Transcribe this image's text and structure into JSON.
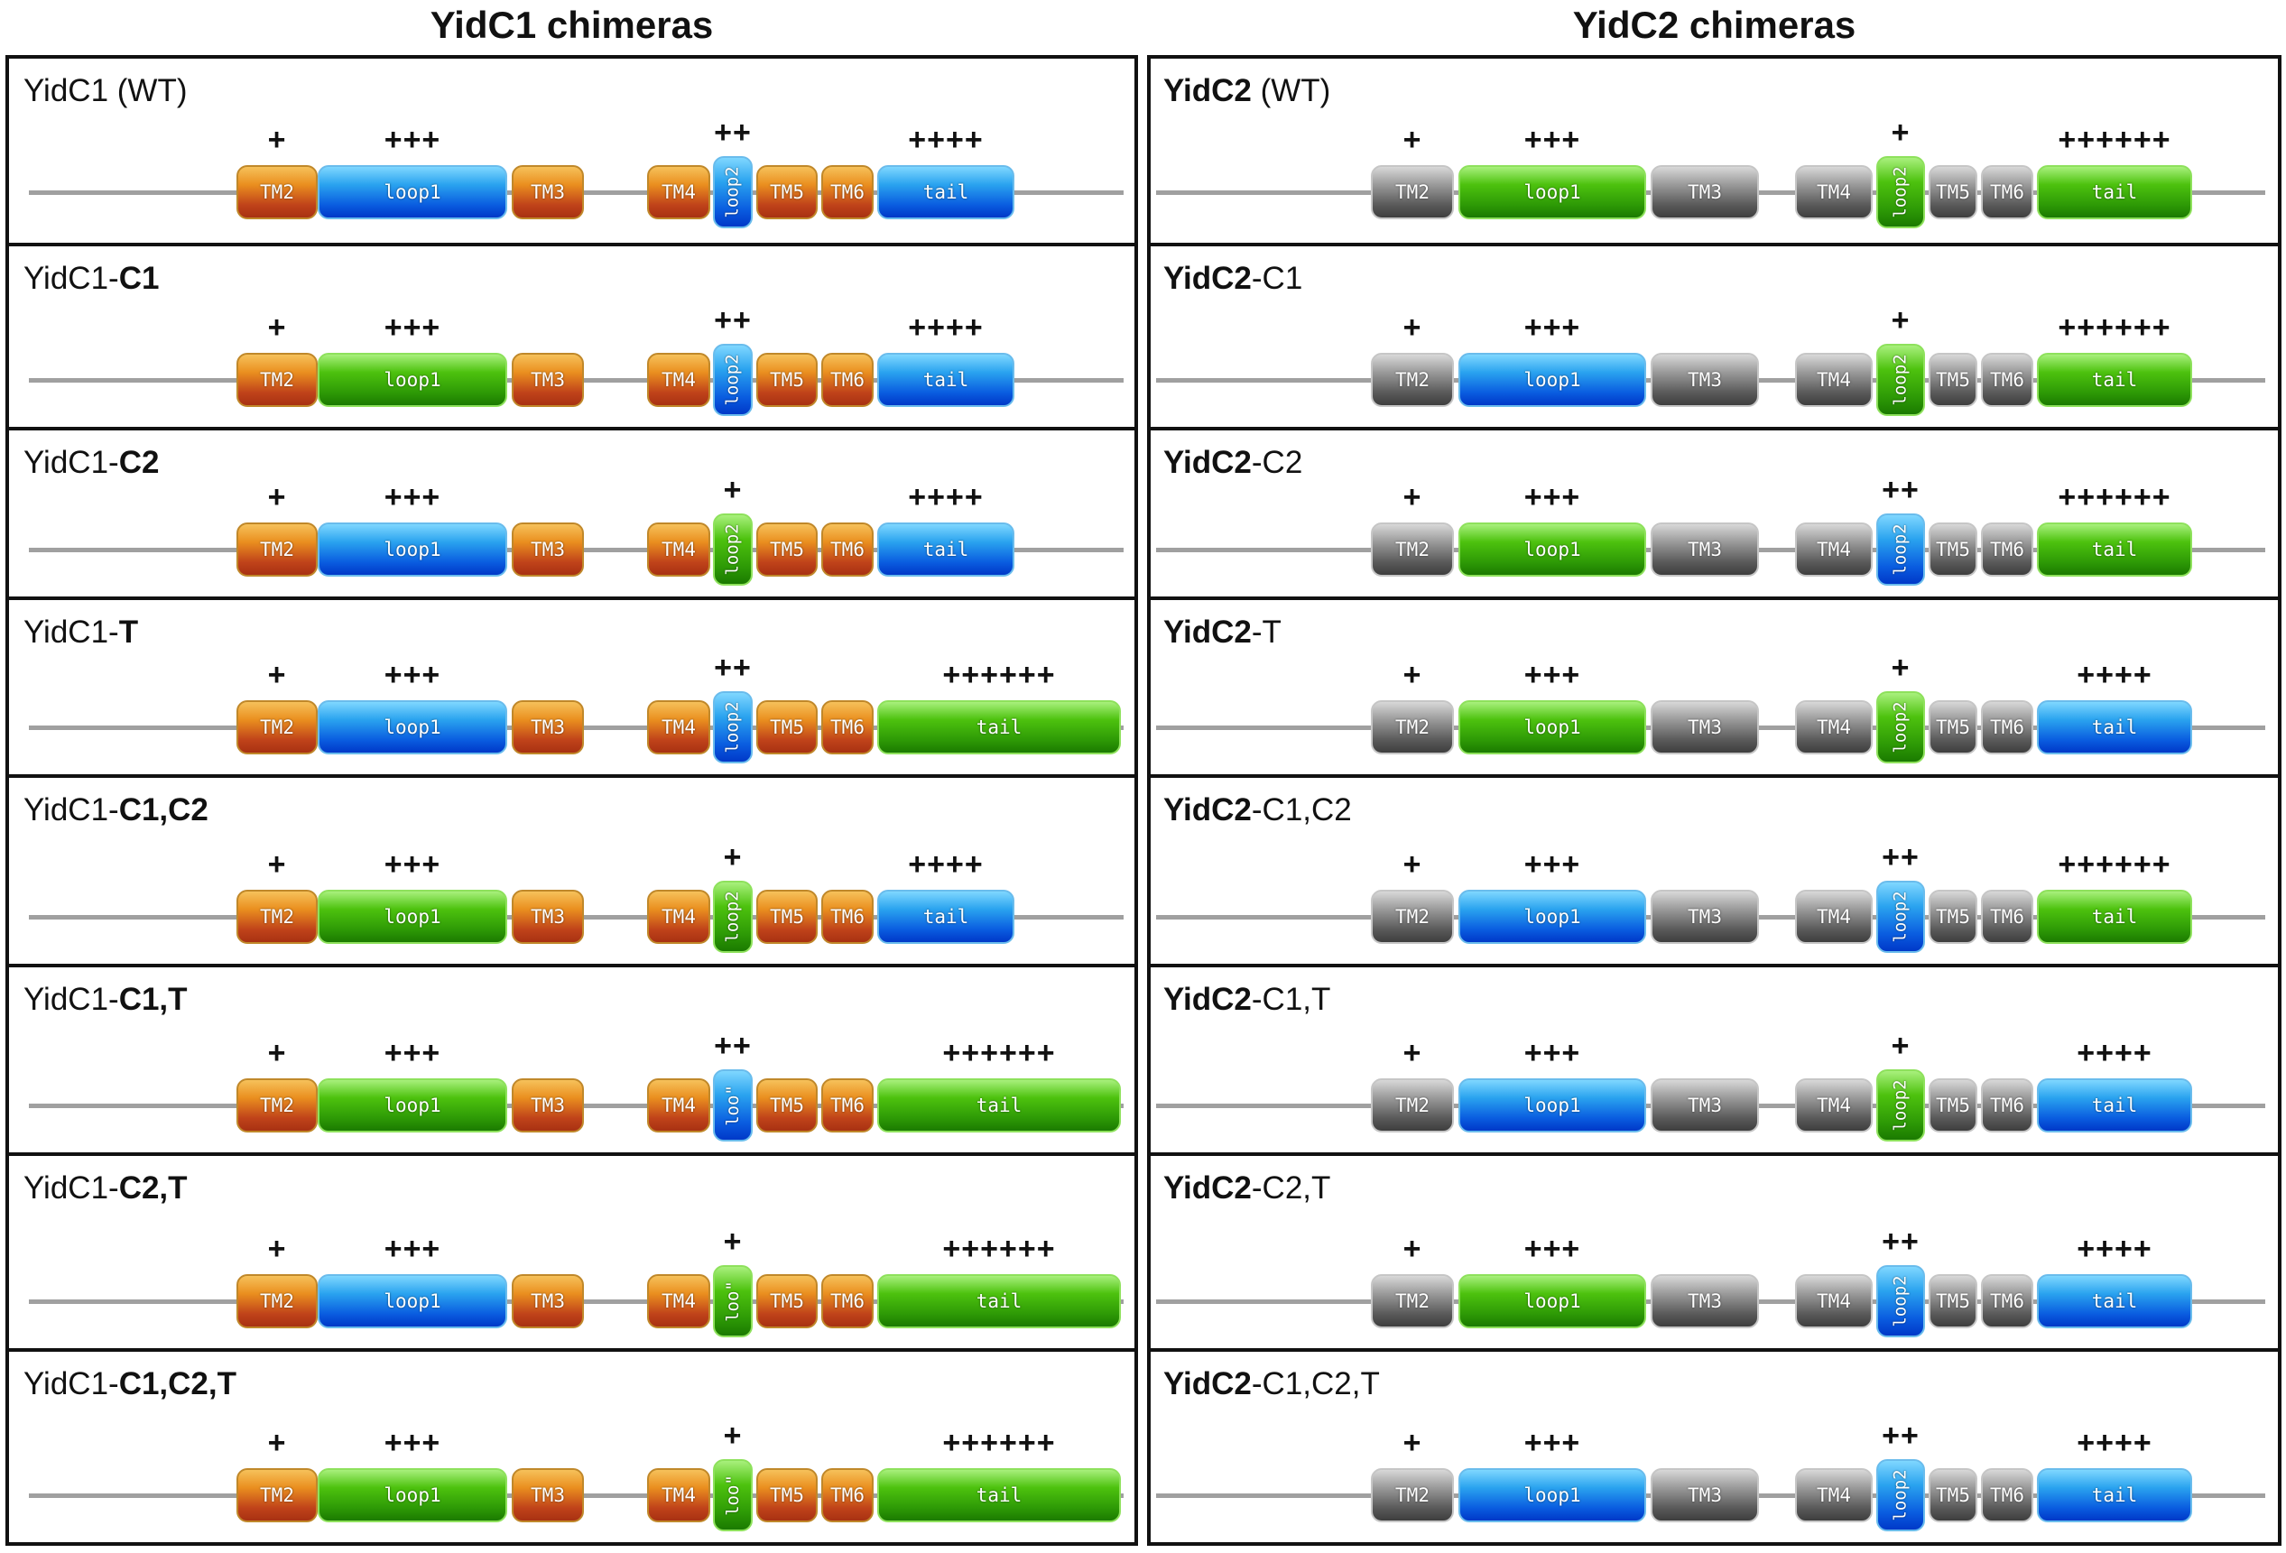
{
  "titles": {
    "left": "YidC1 chimeras",
    "right": "YidC2 chimeras"
  },
  "colors": {
    "orange": "#d9641a",
    "blue": "#1a6fe6",
    "green": "#3aa80a",
    "gray": "#7a7a7a"
  },
  "domain_labels": {
    "TM2": "TM2",
    "loop1": "loop1",
    "TM3": "TM3",
    "TM4": "TM4",
    "loop2": "loop2",
    "loop2_trunc": "loo\"",
    "TM5": "TM5",
    "TM6": "TM6",
    "tail": "tail"
  },
  "left_rows": [
    {
      "name": "YidC1 (WT)",
      "label": [
        [
          "n",
          "YidC1 (WT)"
        ]
      ],
      "tm": "orange",
      "loop1": "blue",
      "loop2": "blue",
      "tail": "blue",
      "loop2_text": "loop2",
      "charges": {
        "tm2": "+",
        "loop1": "+++",
        "loop2": "++",
        "tail": "++++"
      }
    },
    {
      "name": "YidC1-C1",
      "label": [
        [
          "n",
          "YidC1-"
        ],
        [
          "b",
          "C1"
        ]
      ],
      "tm": "orange",
      "loop1": "green",
      "loop2": "blue",
      "tail": "blue",
      "loop2_text": "loop2",
      "charges": {
        "tm2": "+",
        "loop1": "+++",
        "loop2": "++",
        "tail": "++++"
      }
    },
    {
      "name": "YidC1-C2",
      "label": [
        [
          "n",
          "YidC1-"
        ],
        [
          "b",
          "C2"
        ]
      ],
      "tm": "orange",
      "loop1": "blue",
      "loop2": "green",
      "tail": "blue",
      "loop2_text": "loop2",
      "charges": {
        "tm2": "+",
        "loop1": "+++",
        "loop2": "+",
        "tail": "++++"
      }
    },
    {
      "name": "YidC1-T",
      "label": [
        [
          "n",
          "YidC1-"
        ],
        [
          "b",
          "T"
        ]
      ],
      "tm": "orange",
      "loop1": "blue",
      "loop2": "blue",
      "tail": "green",
      "loop2_text": "loop2",
      "charges": {
        "tm2": "+",
        "loop1": "+++",
        "loop2": "++",
        "tail": "++++++"
      }
    },
    {
      "name": "YidC1-C1,C2",
      "label": [
        [
          "n",
          "YidC1-"
        ],
        [
          "b",
          "C1,C2"
        ]
      ],
      "tm": "orange",
      "loop1": "green",
      "loop2": "green",
      "tail": "blue",
      "loop2_text": "loop2",
      "charges": {
        "tm2": "+",
        "loop1": "+++",
        "loop2": "+",
        "tail": "++++"
      }
    },
    {
      "name": "YidC1-C1,T",
      "label": [
        [
          "n",
          "YidC1-"
        ],
        [
          "b",
          "C1,T"
        ]
      ],
      "tm": "orange",
      "loop1": "green",
      "loop2": "blue",
      "tail": "green",
      "loop2_text": "loo\"",
      "charges": {
        "tm2": "+",
        "loop1": "+++",
        "loop2": "++",
        "tail": "++++++"
      }
    },
    {
      "name": "YidC1-C2,T",
      "label": [
        [
          "n",
          "YidC1-"
        ],
        [
          "b",
          "C2,T"
        ]
      ],
      "tm": "orange",
      "loop1": "blue",
      "loop2": "green",
      "tail": "green",
      "loop2_text": "loo\"",
      "charges": {
        "tm2": "+",
        "loop1": "+++",
        "loop2": "+",
        "tail": "++++++"
      }
    },
    {
      "name": "YidC1-C1,C2,T",
      "label": [
        [
          "n",
          "YidC1-"
        ],
        [
          "b",
          "C1,C2,T"
        ]
      ],
      "tm": "orange",
      "loop1": "green",
      "loop2": "green",
      "tail": "green",
      "loop2_text": "loo\"",
      "charges": {
        "tm2": "+",
        "loop1": "+++",
        "loop2": "+",
        "tail": "++++++"
      }
    }
  ],
  "right_rows": [
    {
      "name": "YidC2 (WT)",
      "label": [
        [
          "b",
          "YidC2"
        ],
        [
          "n",
          " (WT)"
        ]
      ],
      "tm": "gray",
      "loop1": "green",
      "loop2": "green",
      "tail": "green",
      "loop2_text": "loop2",
      "charges": {
        "tm2": "+",
        "loop1": "+++",
        "loop2": "+",
        "tail": "++++++"
      }
    },
    {
      "name": "YidC2-C1",
      "label": [
        [
          "b",
          "YidC2"
        ],
        [
          "n",
          "-C1"
        ]
      ],
      "tm": "gray",
      "loop1": "blue",
      "loop2": "green",
      "tail": "green",
      "loop2_text": "loop2",
      "charges": {
        "tm2": "+",
        "loop1": "+++",
        "loop2": "+",
        "tail": "++++++"
      }
    },
    {
      "name": "YidC2-C2",
      "label": [
        [
          "b",
          "YidC2"
        ],
        [
          "n",
          "-C2"
        ]
      ],
      "tm": "gray",
      "loop1": "green",
      "loop2": "blue",
      "tail": "green",
      "loop2_text": "loop2",
      "charges": {
        "tm2": "+",
        "loop1": "+++",
        "loop2": "++",
        "tail": "++++++"
      }
    },
    {
      "name": "YidC2-T",
      "label": [
        [
          "b",
          "YidC2"
        ],
        [
          "n",
          "-T"
        ]
      ],
      "tm": "gray",
      "loop1": "green",
      "loop2": "green",
      "tail": "blue",
      "loop2_text": "loop2",
      "charges": {
        "tm2": "+",
        "loop1": "+++",
        "loop2": "+",
        "tail": "++++"
      }
    },
    {
      "name": "YidC2-C1,C2",
      "label": [
        [
          "b",
          "YidC2"
        ],
        [
          "n",
          "-C1,C2"
        ]
      ],
      "tm": "gray",
      "loop1": "blue",
      "loop2": "blue",
      "tail": "green",
      "loop2_text": "loop2",
      "charges": {
        "tm2": "+",
        "loop1": "+++",
        "loop2": "++",
        "tail": "++++++"
      }
    },
    {
      "name": "YidC2-C1,T",
      "label": [
        [
          "b",
          "YidC2"
        ],
        [
          "n",
          "-C1,T"
        ]
      ],
      "tm": "gray",
      "loop1": "blue",
      "loop2": "green",
      "tail": "blue",
      "loop2_text": "loop2",
      "charges": {
        "tm2": "+",
        "loop1": "+++",
        "loop2": "+",
        "tail": "++++"
      }
    },
    {
      "name": "YidC2-C2,T",
      "label": [
        [
          "b",
          "YidC2"
        ],
        [
          "n",
          "-C2,T"
        ]
      ],
      "tm": "gray",
      "loop1": "green",
      "loop2": "blue",
      "tail": "blue",
      "loop2_text": "loop2",
      "charges": {
        "tm2": "+",
        "loop1": "+++",
        "loop2": "++",
        "tail": "++++"
      }
    },
    {
      "name": "YidC2-C1,C2,T",
      "label": [
        [
          "b",
          "YidC2"
        ],
        [
          "n",
          "-C1,C2,T"
        ]
      ],
      "tm": "gray",
      "loop1": "blue",
      "loop2": "blue",
      "tail": "blue",
      "loop2_text": "loop2",
      "charges": {
        "tm2": "+",
        "loop1": "+++",
        "loop2": "++",
        "tail": "++++"
      }
    }
  ]
}
